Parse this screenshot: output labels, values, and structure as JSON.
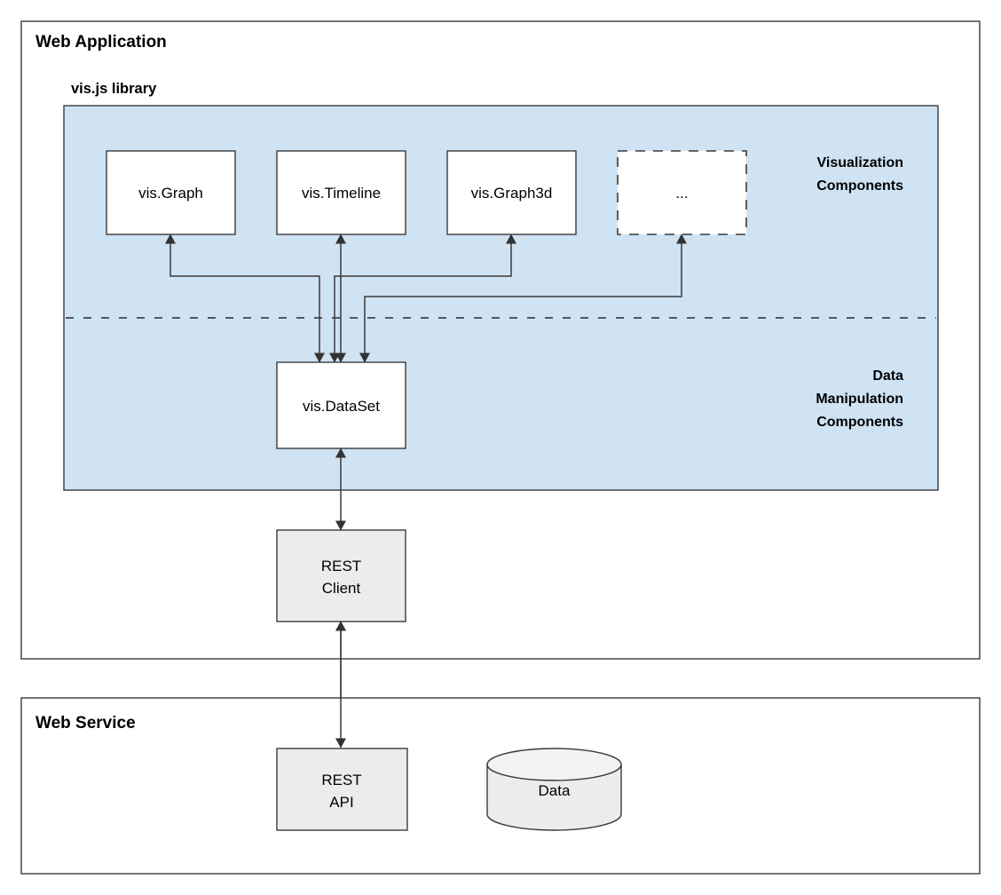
{
  "diagram": {
    "type": "architecture-block-diagram",
    "title_visible": false,
    "frames": [
      {
        "id": "web-application",
        "label": "Web Application"
      },
      {
        "id": "web-service",
        "label": "Web Service"
      }
    ],
    "library_panel": {
      "label": "vis.js library",
      "fill_color": "#cfe3f3",
      "group_labels": {
        "visualization": [
          "Visualization",
          "Components"
        ],
        "data_manipulation": [
          "Data",
          "Manipulation",
          "Components"
        ]
      }
    },
    "nodes": {
      "vis_graph": "vis.Graph",
      "vis_timeline": "vis.Timeline",
      "vis_graph3d": "vis.Graph3d",
      "more_components": "...",
      "vis_dataset": "vis.DataSet",
      "rest_client_line1": "REST",
      "rest_client_line2": "Client",
      "rest_api_line1": "REST",
      "rest_api_line2": "API",
      "data_store": "Data"
    },
    "colors": {
      "panel_fill": "#cfe3f3",
      "node_fill_white": "#ffffff",
      "node_fill_grey": "#ececec",
      "stroke": "#3a3a3a",
      "background": "#ffffff"
    },
    "connections": [
      {
        "from": "vis.DataSet",
        "to": "vis.Graph",
        "style": "bidirectional-elbow"
      },
      {
        "from": "vis.DataSet",
        "to": "vis.Timeline",
        "style": "bidirectional-straight"
      },
      {
        "from": "vis.DataSet",
        "to": "vis.Graph3d",
        "style": "bidirectional-elbow"
      },
      {
        "from": "vis.DataSet",
        "to": "...",
        "style": "bidirectional-elbow"
      },
      {
        "from": "vis.DataSet",
        "to": "REST Client",
        "style": "bidirectional-straight"
      },
      {
        "from": "REST Client",
        "to": "REST API",
        "style": "bidirectional-straight"
      },
      {
        "from": "REST API",
        "to": "Data",
        "style": "bidirectional-horizontal"
      }
    ]
  }
}
